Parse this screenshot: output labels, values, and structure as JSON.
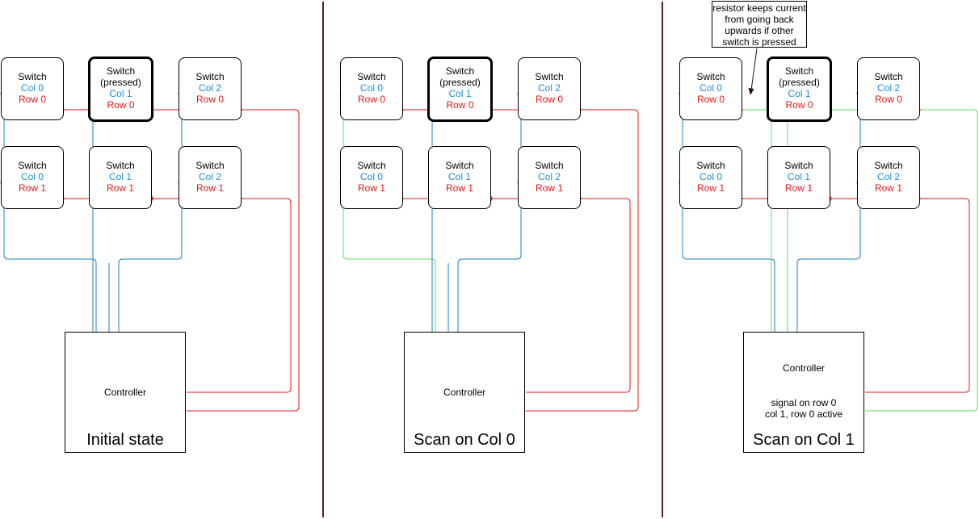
{
  "switch_label": "Switch",
  "pressed_label": "(pressed)",
  "col_labels": [
    "Col 0",
    "Col 1",
    "Col 2"
  ],
  "row_labels": [
    "Row 0",
    "Row 1"
  ],
  "controller_label": "Controller",
  "panel_titles": [
    "Initial state",
    "Scan on Col 0",
    "Scan on Col 1"
  ],
  "signal_text": [
    "signal on row 0",
    "col 1, row 0 active"
  ],
  "annotation": [
    "resistor keeps current",
    "from going back",
    "upwards if other",
    "switch is pressed"
  ],
  "colors": {
    "col_wire": "#1f7fbf",
    "row_wire": "#e31818",
    "active_wire": "#5ce05c",
    "col_label": "#1a8cd8",
    "row_label": "#e31818",
    "divider": "#5a1f1f"
  }
}
